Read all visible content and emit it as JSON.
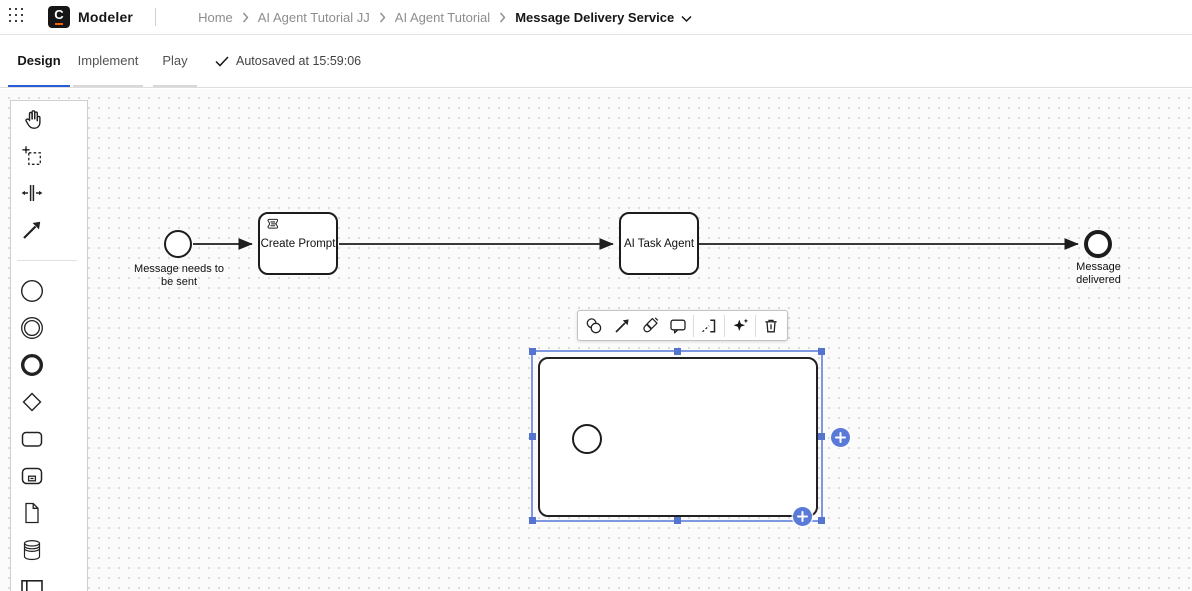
{
  "colors": {
    "accent_blue": "#2a5cd7",
    "selection_blue": "#5574cf",
    "plus_button_blue": "#5a7ad8",
    "logo_orange": "#f0640c",
    "canvas_dot": "#d9d9d9"
  },
  "header": {
    "logo_letter": "C",
    "product_name": "Modeler",
    "breadcrumbs": [
      "Home",
      "AI Agent Tutorial JJ",
      "AI Agent Tutorial",
      "Message Delivery Service"
    ]
  },
  "tab_bar": {
    "tabs": [
      {
        "label": "Design",
        "active": true
      },
      {
        "label": "Implement",
        "active": false
      },
      {
        "label": "Play",
        "active": false
      }
    ],
    "autosave_status": "Autosaved at 15:59:06"
  },
  "palette": {
    "tools": [
      "hand-tool",
      "lasso-tool",
      "space-tool",
      "global-connect-tool",
      "create-start-event",
      "create-intermediate-event",
      "create-end-event",
      "create-gateway",
      "create-task",
      "create-expanded-subprocess",
      "create-data-object",
      "create-data-store",
      "create-participant"
    ]
  },
  "diagram": {
    "start_event_label": "Message needs to be sent",
    "script_task_label": "Create Prompt",
    "agent_task_label": "AI Task Agent",
    "end_event_label": "Message delivered"
  },
  "context_toolbar": {
    "items": [
      "append-element-icon",
      "connect-icon",
      "color-picker-icon",
      "comment-icon",
      "append-text-annotation-icon",
      "ai-sparkle-icon",
      "delete-icon"
    ]
  }
}
